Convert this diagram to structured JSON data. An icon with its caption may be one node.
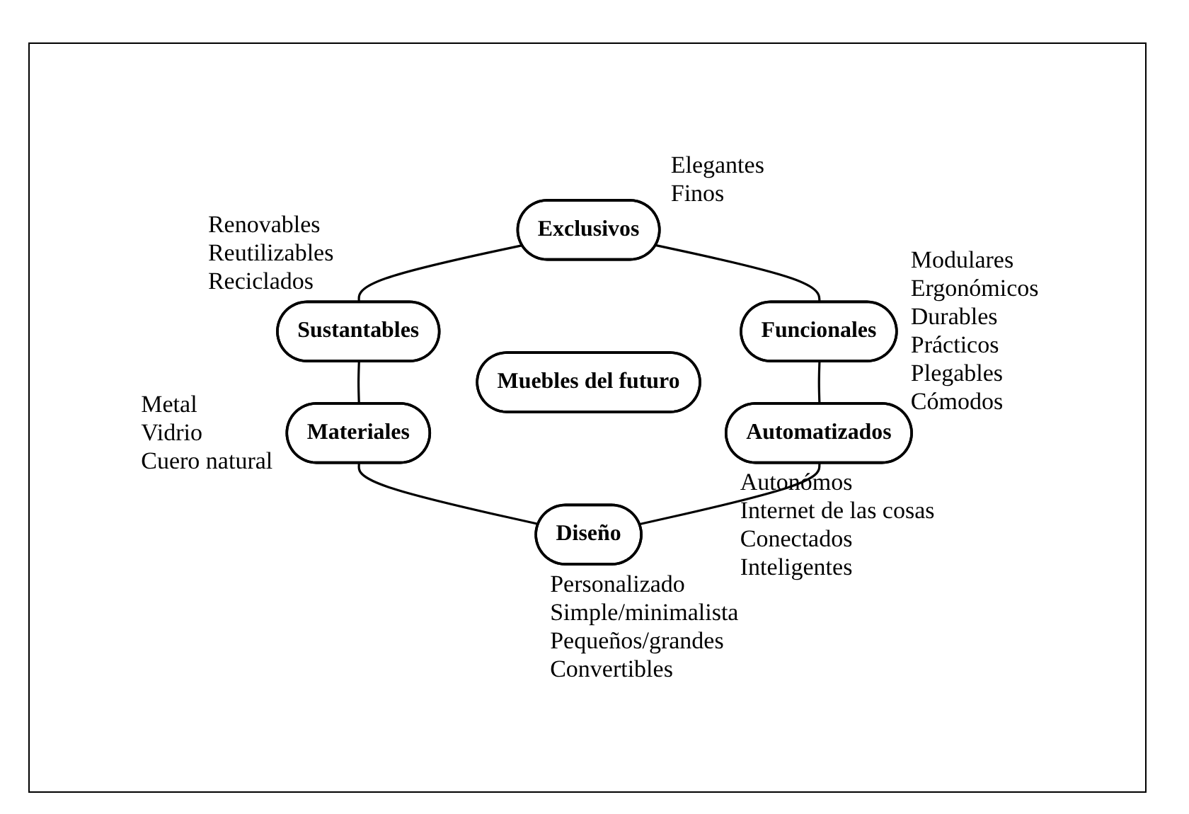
{
  "diagram": {
    "nodes": [
      {
        "text": [
          "Muebles del futuro"
        ]
      },
      {
        "text": [
          "Exclusivos"
        ],
        "beside": [
          "Elegantes",
          "Finos"
        ]
      },
      {
        "text": [
          "Funcionales"
        ],
        "beside": [
          "Modulares",
          "Ergonómicos",
          "Durables",
          "Prácticos",
          "Plegables",
          "Cómodos"
        ]
      },
      {
        "text": [
          "Automatizados"
        ],
        "beside": [
          "Autonómos",
          "Internet de las cosas",
          "Conectados",
          "Inteligentes"
        ]
      },
      {
        "text": [
          "Diseño"
        ],
        "beside": [
          "Personalizado",
          "Simple/minimalista",
          "Pequeños/grandes",
          "Convertibles"
        ]
      },
      {
        "text": [
          "Materiales"
        ],
        "beside": [
          "Metal",
          "Vidrio",
          "Cuero natural"
        ]
      },
      {
        "text": [
          "Sustantables"
        ],
        "beside": [
          "Renovables",
          "Reutilizables",
          "Reciclados"
        ]
      }
    ],
    "edges": [
      {
        "from": 1,
        "to": 6,
        "arrow": "none"
      },
      {
        "from": 6,
        "to": 5,
        "arrow": "none"
      },
      {
        "from": 5,
        "to": 4,
        "arrow": "none"
      },
      {
        "from": 1,
        "to": 2,
        "arrow": "none"
      },
      {
        "from": 2,
        "to": 3,
        "arrow": "none"
      },
      {
        "from": 3,
        "to": 4,
        "arrow": "none"
      }
    ]
  }
}
